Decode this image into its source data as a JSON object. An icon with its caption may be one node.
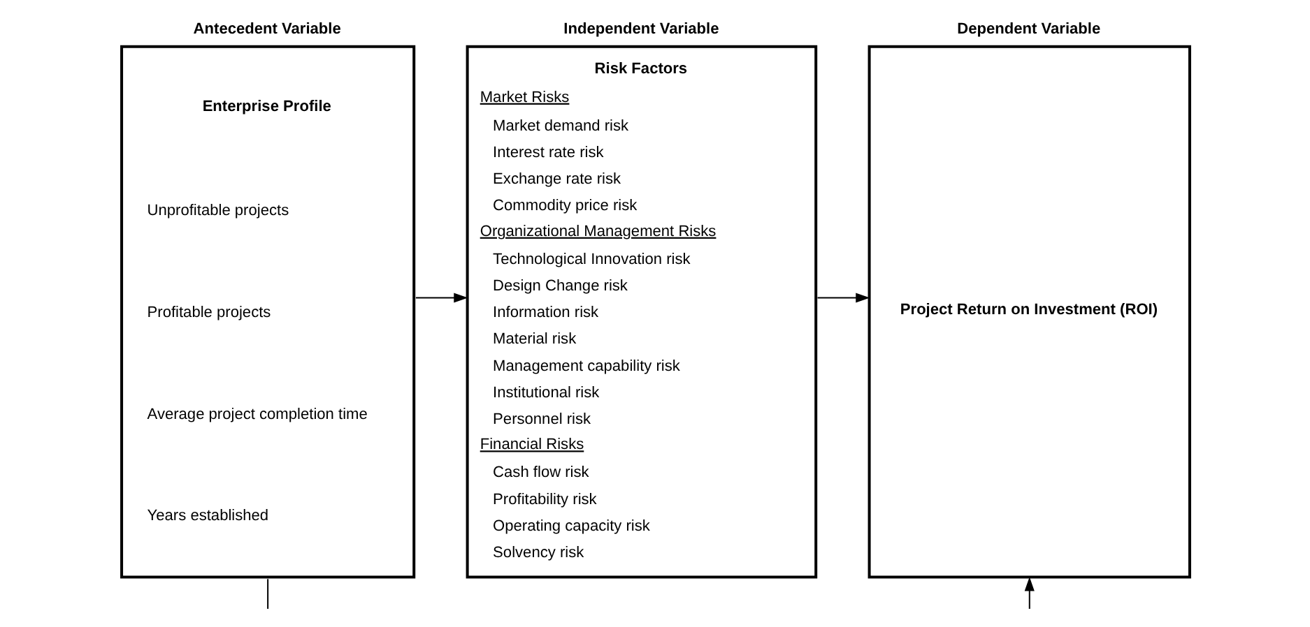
{
  "diagram": {
    "nodes": [
      {
        "text": [
          "Antecedent Variable",
          "Enterprise Profile",
          "Unprofitable projects",
          "Profitable projects",
          "Average project completion time",
          "Years established"
        ]
      },
      {
        "text": [
          "Independent Variable",
          "Risk Factors",
          "Market Risks",
          "Market demand risk",
          "Interest rate risk",
          "Exchange rate risk",
          "Commodity price risk",
          "Organizational Management Risks",
          "Technological Innovation risk",
          "Design Change risk",
          "Information risk",
          "Material risk",
          "Management capability risk",
          "Institutional risk",
          "Personnel risk",
          "Financial Risks",
          "Cash flow risk",
          "Profitability risk",
          "Operating capacity risk",
          "Solvency risk"
        ]
      },
      {
        "text": [
          "Dependent Variable",
          "Project Return on Investment (ROI)"
        ]
      }
    ],
    "edges": [
      {
        "from": 0,
        "to": 1,
        "arrow": "to"
      },
      {
        "from": 1,
        "to": 2,
        "arrow": "to"
      },
      {
        "from": 0,
        "to": null,
        "arrow": "none"
      },
      {
        "from": null,
        "to": 2,
        "arrow": "to"
      }
    ]
  }
}
